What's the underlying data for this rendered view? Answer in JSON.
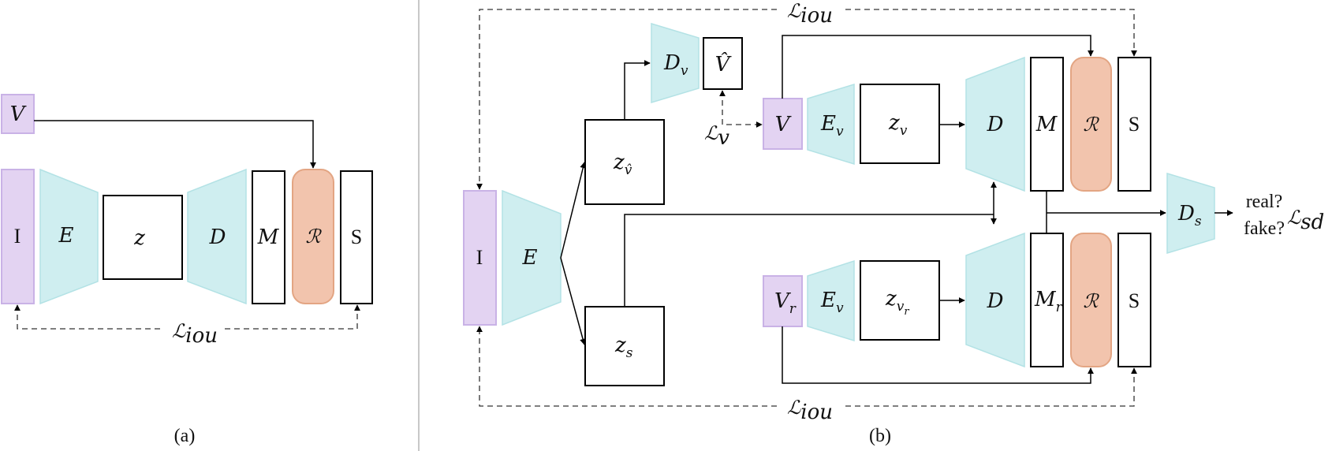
{
  "panel_a": {
    "caption": "(a)",
    "labels": {
      "V": "V",
      "I": "I",
      "E": "E",
      "z": "z",
      "D": "D",
      "M": "M",
      "R": "ℛ",
      "S": "S",
      "loss_iou": "ℒ",
      "loss_iou_sub": "iou"
    }
  },
  "panel_b": {
    "caption": "(b)",
    "labels": {
      "I": "I",
      "E": "E",
      "z_vhat": "z",
      "z_vhat_sub": "v̂",
      "z_s": "z",
      "z_s_sub": "s",
      "D_v": "D",
      "D_v_sub": "v",
      "V_hat": "V̂",
      "loss_v": "ℒ",
      "loss_v_sub": "v",
      "V": "V",
      "E_v": "E",
      "E_v_sub": "v",
      "z_v": "z",
      "z_v_sub": "v",
      "D_top": "D",
      "M": "M",
      "R_top": "ℛ",
      "S_top": "S",
      "V_r": "V",
      "V_r_sub": "r",
      "E_v_bottom": "E",
      "E_v_bottom_sub": "v",
      "z_vr": "z",
      "z_vr_sub": "v",
      "z_vr_subsub": "r",
      "D_bottom": "D",
      "M_r": "M",
      "M_r_sub": "r",
      "R_bottom": "ℛ",
      "S_bottom": "S",
      "D_s": "D",
      "D_s_sub": "s",
      "real": "real?",
      "fake": "fake?",
      "loss_sd": "ℒ",
      "loss_sd_sub": "sd",
      "loss_iou_top": "ℒ",
      "loss_iou_top_sub": "iou",
      "loss_iou_bottom": "ℒ",
      "loss_iou_bottom_sub": "iou"
    }
  },
  "colors": {
    "input_purple": "#e3d3f2",
    "network_cyan": "#cfeef0",
    "renderer_orange": "#f2c4ad"
  }
}
